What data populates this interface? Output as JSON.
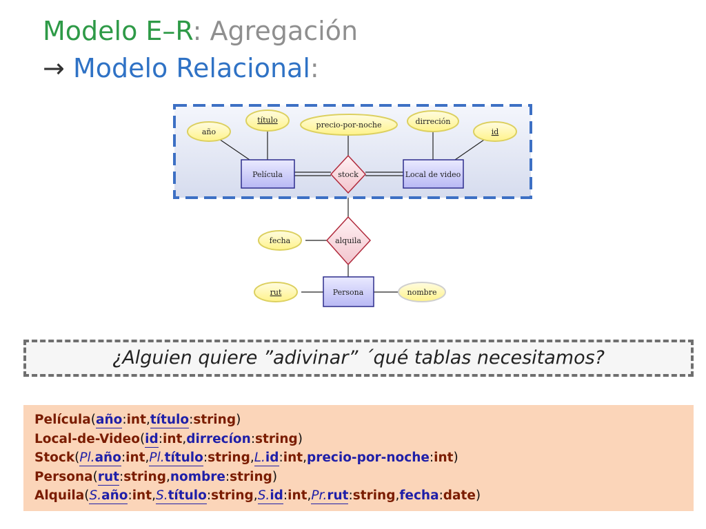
{
  "title": {
    "line1_part1": "Modelo E–R",
    "line1_part2": ": Agregación",
    "line2_arrow": "→",
    "line2_part1": "Modelo Relacional",
    "line2_part2": ":"
  },
  "diagram": {
    "attributes": {
      "anio": "año",
      "titulo": "título",
      "precio": "precio-por-noche",
      "direccion": "dirreción",
      "id": "id",
      "fecha": "fecha",
      "rut": "rut",
      "nombre": "nombre"
    },
    "entities": {
      "pelicula": "Película",
      "local": "Local de video",
      "persona": "Persona"
    },
    "relationships": {
      "stock": "stock",
      "alquila": "alquila"
    }
  },
  "question": "¿Alguien quiere ”adivinar” ´qué tablas necesitamos?",
  "schema": {
    "pelicula": {
      "table": "Película",
      "a1": "año",
      "t1": "int",
      "a2": "título",
      "t2": "string"
    },
    "local": {
      "table": "Local-de-Video",
      "a1": "id",
      "t1": "int",
      "a2": "dirrecíon",
      "t2": "string"
    },
    "stock": {
      "table": "Stock",
      "p1": "Pl.",
      "a1": "año",
      "t1": "int",
      "p2": "Pl.",
      "a2": "título",
      "t2": "string",
      "p3": "L.",
      "a3": "id",
      "t3": "int",
      "a4": "precio-por-noche",
      "t4": "int"
    },
    "persona": {
      "table": "Persona",
      "a1": "rut",
      "t1": "string",
      "a2": "nombre",
      "t2": "string"
    },
    "alquila": {
      "table": "Alquila",
      "p1": "S.",
      "a1": "año",
      "t1": "int",
      "p2": "S.",
      "a2": "título",
      "t2": "string",
      "p3": "S.",
      "a3": "id",
      "t3": "int",
      "p4": "Pr.",
      "a4": "rut",
      "t4": "string",
      "a5": "fecha",
      "t5": "date"
    }
  }
}
